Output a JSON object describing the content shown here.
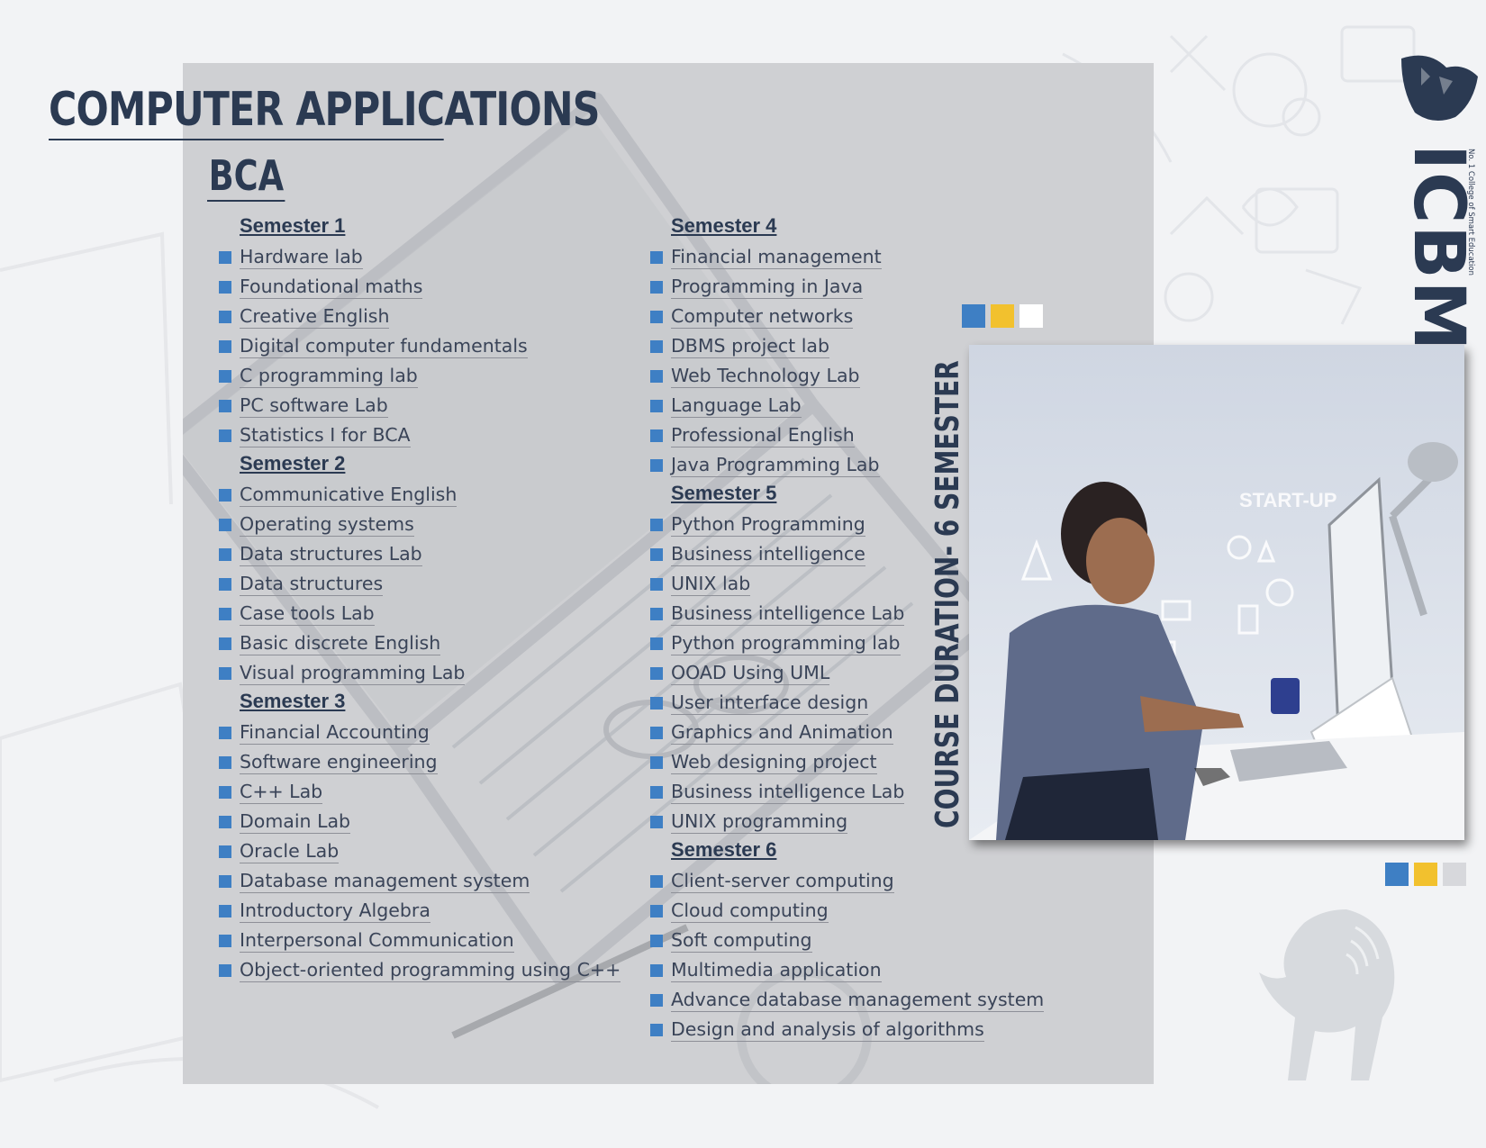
{
  "title": "COMPUTER APPLICATIONS",
  "subtitle": "BCA",
  "course_duration": "COURSE DURATION- 6 SEMESTER",
  "logo": {
    "name": "ICBM",
    "tagline": "No. 1 College of Smart Education"
  },
  "photo": {
    "startup_text": "START-UP"
  },
  "colors": {
    "bullet": "#3e7fc4",
    "accent_yellow": "#f2c12e",
    "accent_white": "#ffffff",
    "accent_grey": "#d7d8dc",
    "heading": "#2b3a52"
  },
  "semesters": [
    {
      "title": "Semester 1",
      "courses": [
        "Hardware lab",
        "Foundational maths",
        "Creative English",
        "Digital computer fundamentals",
        "C programming lab",
        "PC software Lab",
        "Statistics I for BCA"
      ]
    },
    {
      "title": "Semester 2",
      "courses": [
        "Communicative English",
        "Operating systems",
        "Data structures Lab",
        "Data structures",
        "Case tools Lab",
        "Basic discrete English",
        "Visual programming Lab"
      ]
    },
    {
      "title": "Semester 3",
      "courses": [
        "Financial Accounting",
        "Software engineering",
        "C++ Lab",
        "Domain Lab",
        "Oracle Lab",
        "Database management system",
        "Introductory Algebra",
        "Interpersonal Communication",
        "Object-oriented programming using C++"
      ]
    },
    {
      "title": "Semester 4",
      "courses": [
        "Financial management",
        "Programming in Java",
        "Computer networks",
        "DBMS project lab",
        "Web Technology Lab",
        "Language Lab",
        "Professional English",
        "Java Programming Lab"
      ]
    },
    {
      "title": "Semester 5",
      "courses": [
        "Python Programming",
        "Business intelligence",
        "UNIX lab",
        "Business intelligence Lab",
        "Python programming lab",
        "OOAD Using UML",
        "User interface design",
        "Graphics and Animation",
        "Web designing project",
        "Business intelligence Lab",
        "UNIX programming"
      ]
    },
    {
      "title": "Semester 6",
      "courses": [
        "Client-server computing",
        "Cloud computing",
        "Soft computing",
        "Multimedia application",
        "Advance database management system",
        "Design and analysis of algorithms"
      ]
    }
  ]
}
